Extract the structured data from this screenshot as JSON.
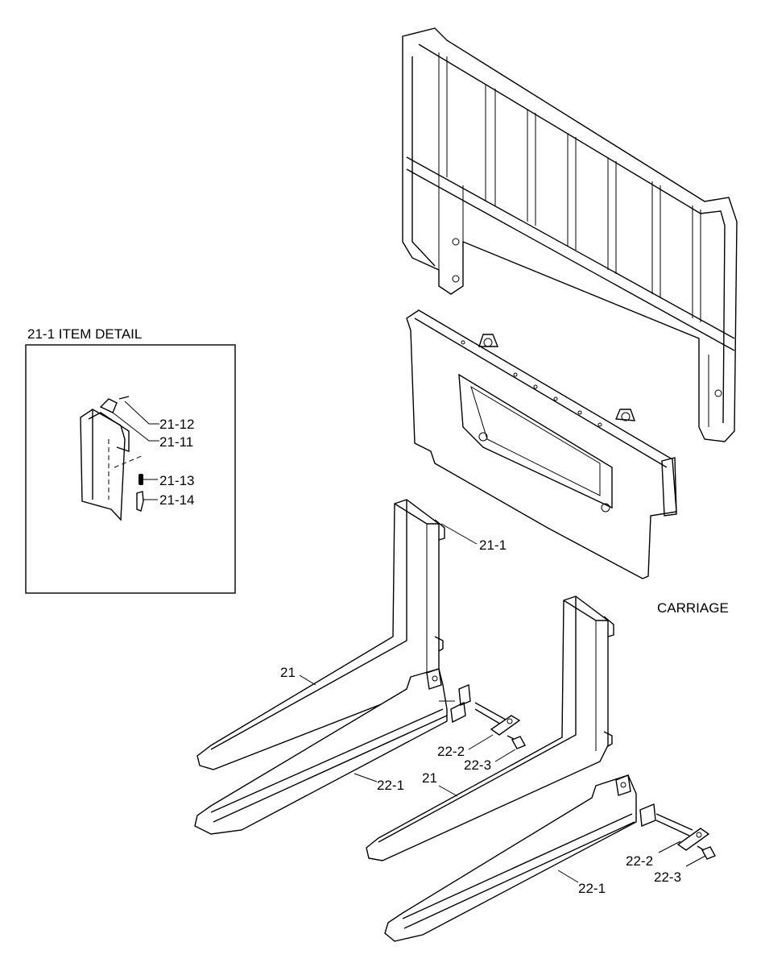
{
  "detail": {
    "title": "21-1 ITEM DETAIL",
    "labels": [
      "21-12",
      "21-11",
      "21-13",
      "21-14"
    ]
  },
  "carriage": {
    "label": "CARRIAGE"
  },
  "parts": {
    "fork_hook": "21-1",
    "fork_left": "21",
    "fork_right": "21",
    "extension_left": "22-1",
    "extension_right": "22-1",
    "pin_left": "22-2",
    "bolt_left": "22-3",
    "pin_right": "22-2",
    "bolt_right": "22-3"
  }
}
